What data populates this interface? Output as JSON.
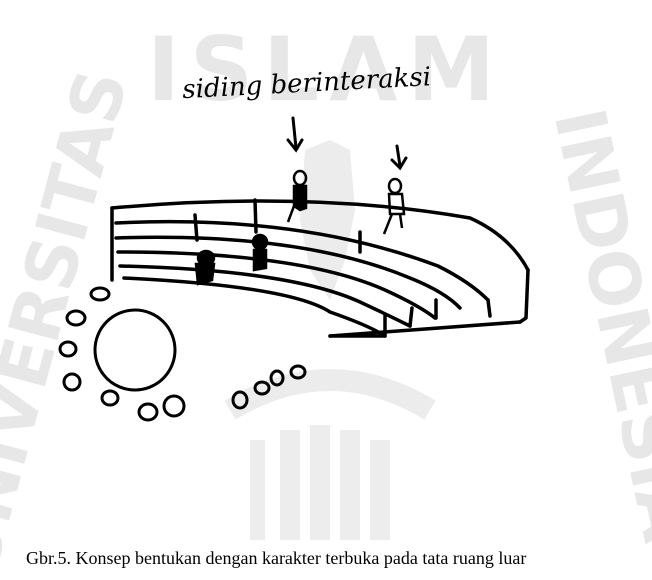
{
  "watermark": {
    "top_text": "ISLAM",
    "left_text": "UNIVERSITAS",
    "right_text": "INDONESIA",
    "color": "#e7e7e7"
  },
  "sketch": {
    "annotation": "siding berinteraksi"
  },
  "caption": "Gbr.5. Konsep bentukan dengan karakter terbuka pada tata ruang luar"
}
